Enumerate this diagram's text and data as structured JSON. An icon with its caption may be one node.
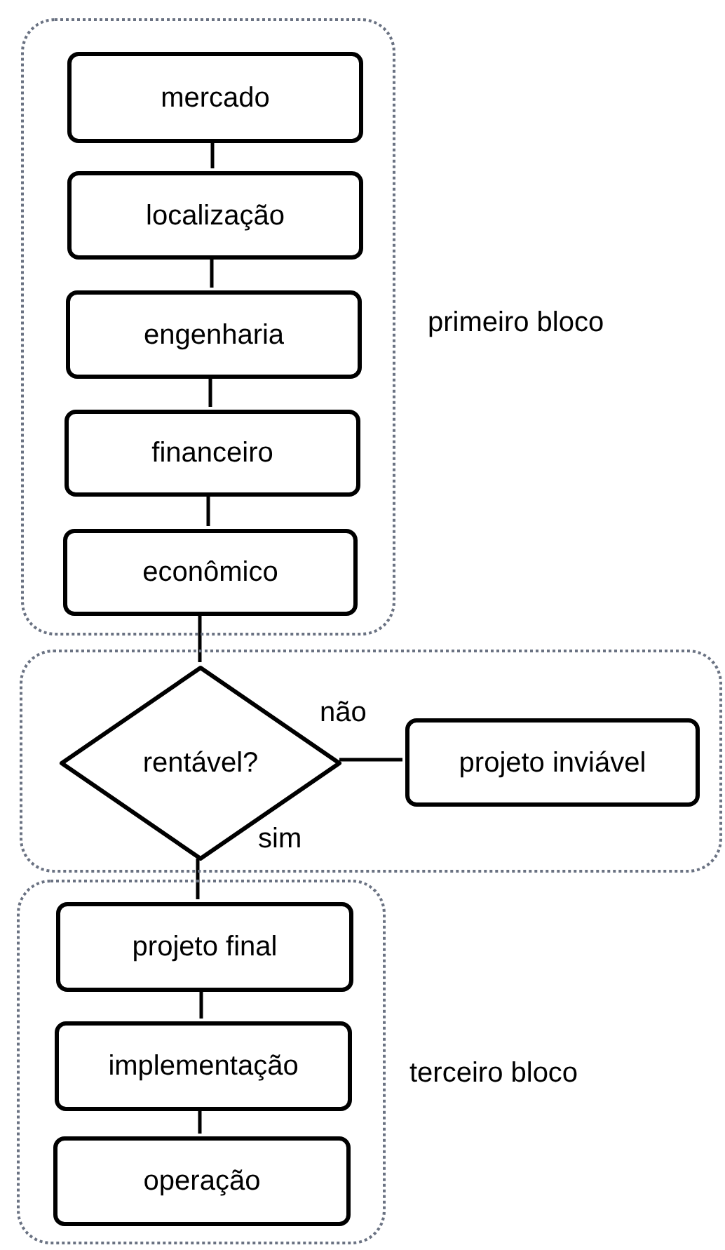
{
  "diagram": {
    "nodes": [
      {
        "text": [],
        "shape": "box",
        "beside": [
          "primeiro bloco"
        ]
      },
      {
        "text": [
          "mercado"
        ],
        "in": 0
      },
      {
        "text": [
          "localização"
        ],
        "in": 0
      },
      {
        "text": [
          "engenharia"
        ],
        "in": 0
      },
      {
        "text": [
          "financeiro"
        ],
        "in": 0
      },
      {
        "text": [
          "econômico"
        ],
        "in": 0
      },
      {
        "text": [],
        "shape": "box"
      },
      {
        "text": [
          "rentável?"
        ],
        "in": 6
      },
      {
        "text": [
          "projeto inviável"
        ],
        "in": 6
      },
      {
        "text": [],
        "shape": "box",
        "beside": [
          "terceiro bloco"
        ]
      },
      {
        "text": [
          "projeto final"
        ],
        "in": 9
      },
      {
        "text": [
          "implementação"
        ],
        "in": 9
      },
      {
        "text": [
          "operação"
        ],
        "in": 9
      }
    ],
    "edges": [
      {
        "from": 1,
        "to": 2,
        "arrow": "none"
      },
      {
        "from": 2,
        "to": 3,
        "arrow": "none"
      },
      {
        "from": 3,
        "to": 4,
        "arrow": "none"
      },
      {
        "from": 4,
        "to": 5,
        "arrow": "none"
      },
      {
        "from": 5,
        "to": 7,
        "arrow": "none"
      },
      {
        "from": 7,
        "to": 8,
        "label": "não",
        "arrow": "none"
      },
      {
        "from": 7,
        "to": 10,
        "label": "sim",
        "arrow": "none"
      },
      {
        "from": 10,
        "to": 11,
        "arrow": "none"
      },
      {
        "from": 11,
        "to": 12,
        "arrow": "none"
      }
    ]
  }
}
